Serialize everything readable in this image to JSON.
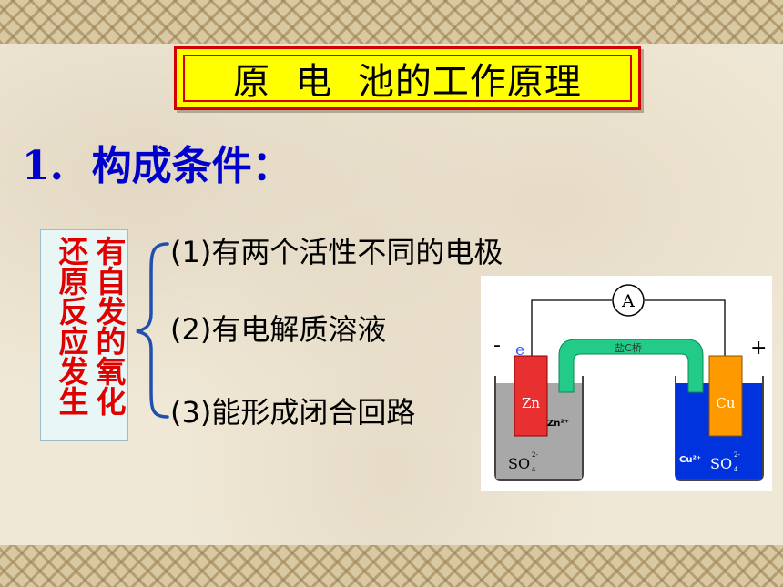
{
  "title": "原  电  池的工作原理",
  "heading": "1.  构成条件：",
  "side_label": {
    "col_right": "有自发的氧化",
    "col_left": "还原反应发生"
  },
  "conditions": [
    "(1)有两个活性不同的电极",
    "(2)有电解质溶液",
    "(3)能形成闭合回路"
  ],
  "diagram": {
    "ammeter": "A",
    "minus": "-",
    "plus": "+",
    "electron": "e",
    "salt_bridge": "盐C桥",
    "left_electrode": "Zn",
    "left_ion": "Zn²⁺",
    "left_anion": "SO",
    "left_anion_sub": "4",
    "left_anion_sup": "2-",
    "right_electrode": "Cu",
    "right_ion": "Cu²⁺",
    "right_anion": "SO",
    "right_anion_sub": "4",
    "right_anion_sup": "2-"
  },
  "colors": {
    "title_bg": "#ffff00",
    "title_border": "#d40000",
    "heading": "#0000cc",
    "side_text": "#e00000",
    "brace": "#1f4fb0",
    "zn": "#e83030",
    "cu": "#ff9900",
    "left_solution": "#a8a8a8",
    "right_solution": "#0033dd",
    "salt_bridge": "#22cc88"
  }
}
